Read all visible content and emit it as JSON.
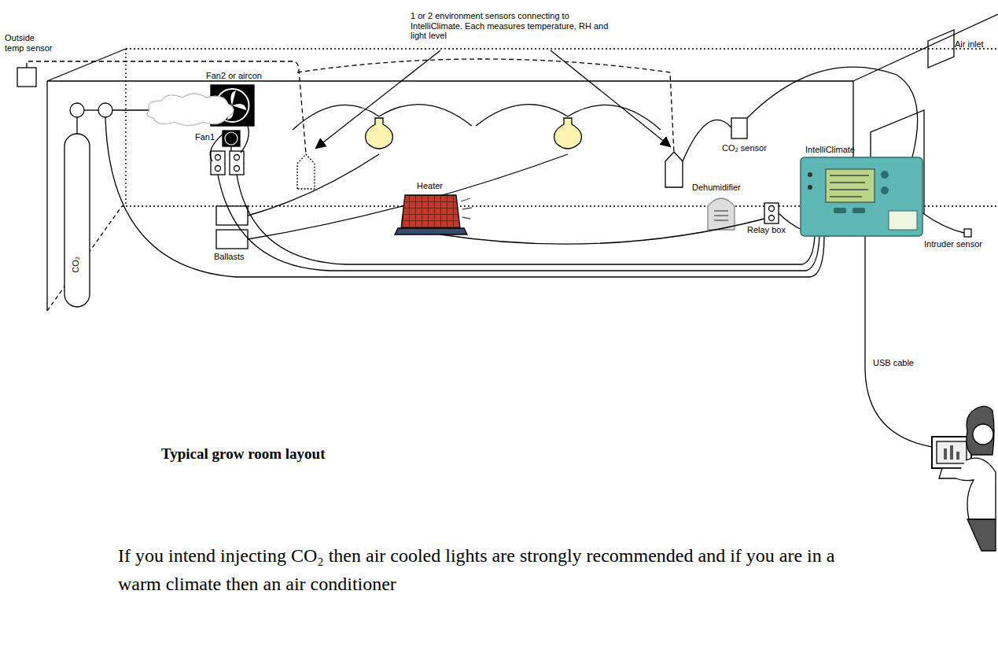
{
  "diagram": {
    "title": "Typical grow room layout",
    "labels": [
      "1 or 2 environment sensors connecting to IntelliClimate. Each measures temperature, RH and light level",
      "Outside temp sensor",
      "Fan2 or aircon",
      "Fan1",
      "Air inlet",
      "CO₂ sensor",
      "IntelliClimate",
      "Heater",
      "Dehumidifier",
      "Relay box",
      "Intruder sensor",
      "CO₂",
      "Ballasts",
      "USB cable",
      "If you intend injecting CO₂ then air cooled lights are strongly recommended and if you are in a warm climate then an air conditioner"
    ]
  }
}
